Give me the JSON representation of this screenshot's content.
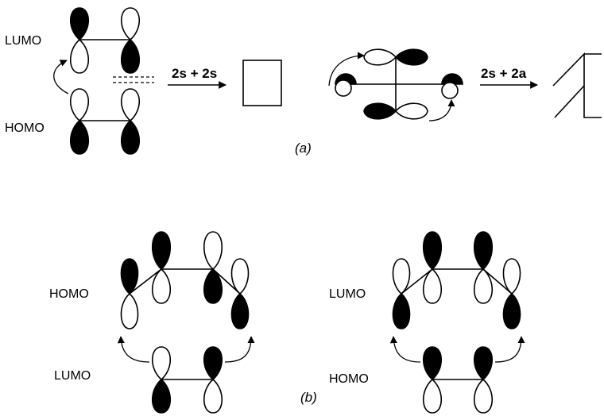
{
  "panel_a": {
    "label_lumo": "LUMO",
    "label_homo": "HOMO",
    "arrow_suprafacial": "2s + 2s",
    "arrow_antarafacial": "2s + 2a",
    "caption": "(a)"
  },
  "panel_b": {
    "left_label_top": "HOMO",
    "left_label_bottom": "LUMO",
    "right_label_top": "LUMO",
    "right_label_bottom": "HOMO",
    "caption": "(b)"
  },
  "colors": {
    "ink": "#000000",
    "paper": "#ffffff"
  }
}
